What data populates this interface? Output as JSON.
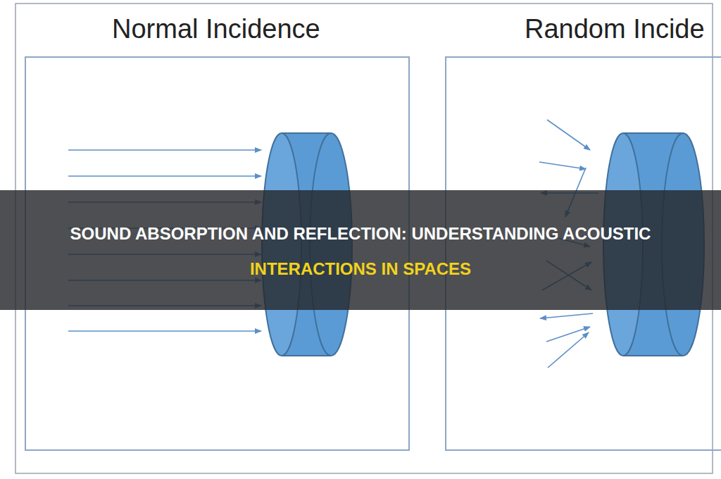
{
  "diagram": {
    "nodes": [
      {
        "text": [
          "Normal Incidence"
        ]
      },
      {
        "text": [
          "Random Incide"
        ]
      }
    ],
    "labels": [
      "SOUND ABSORPTION AND REFLECTION: UNDERSTANDING ACOUSTIC",
      "INTERACTIONS IN SPACES"
    ]
  }
}
